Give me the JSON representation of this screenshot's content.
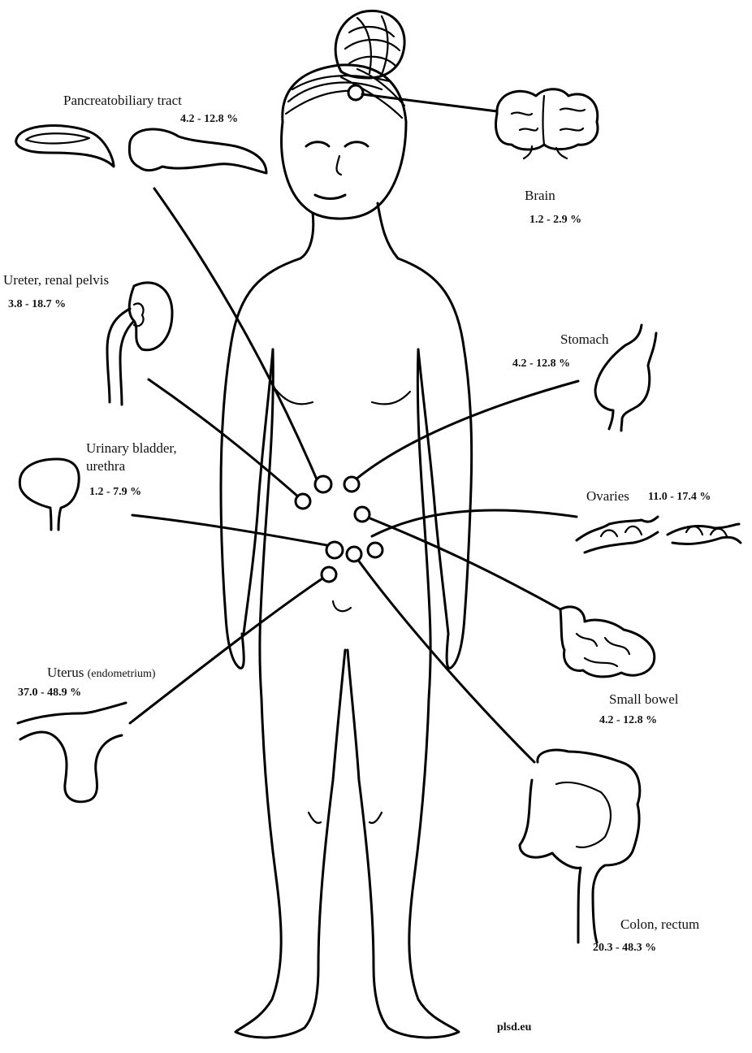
{
  "organs": {
    "pancreatobiliary": {
      "name": "Pancreatobiliary tract",
      "range": "4.2 - 12.8 %"
    },
    "brain": {
      "name": "Brain",
      "range": "1.2 - 2.9 %"
    },
    "ureter": {
      "name": "Ureter, renal pelvis",
      "range": "3.8 - 18.7 %"
    },
    "stomach": {
      "name": "Stomach",
      "range": "4.2 - 12.8 %"
    },
    "bladder": {
      "name_line1": "Urinary bladder,",
      "name_line2": "urethra",
      "range": "1.2 - 7.9 %"
    },
    "ovaries": {
      "name": "Ovaries",
      "range": "11.0 - 17.4 %"
    },
    "uterus": {
      "name": "Uterus",
      "name_suffix": "(endometrium)",
      "range": "37.0 - 48.9 %"
    },
    "small_bowel": {
      "name": "Small bowel",
      "range": "4.2 - 12.8 %"
    },
    "colon": {
      "name": "Colon, rectum",
      "range": "20.3 - 48.3 %"
    }
  },
  "footer": {
    "source": "plsd.eu"
  }
}
